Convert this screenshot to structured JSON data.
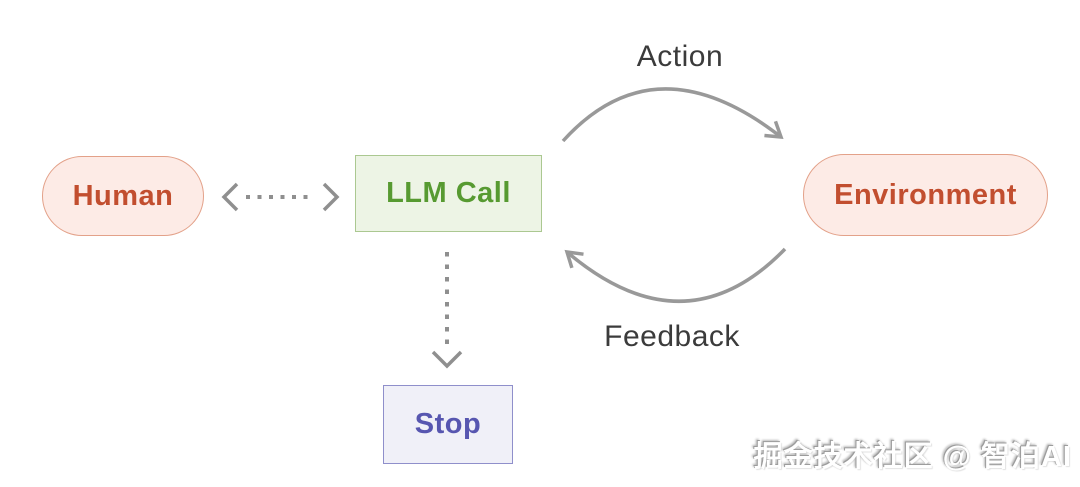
{
  "diagram": {
    "type": "agent-loop-flow",
    "background_color": "#ffffff",
    "nodes": {
      "human": {
        "label": "Human",
        "shape": "pill",
        "text_color": "#c24e2f",
        "bg_color": "#fdebe6",
        "border_color": "#e3a189"
      },
      "llm_call": {
        "label": "LLM Call",
        "shape": "rectangle",
        "text_color": "#579a31",
        "bg_color": "#edf4e5",
        "border_color": "#abc891"
      },
      "environment": {
        "label": "Environment",
        "shape": "pill",
        "text_color": "#c24e2f",
        "bg_color": "#fdebe6",
        "border_color": "#e3a189"
      },
      "stop": {
        "label": "Stop",
        "shape": "rectangle",
        "text_color": "#5756b0",
        "bg_color": "#f0f0f8",
        "border_color": "#8f8fcb"
      }
    },
    "edges": {
      "action": {
        "label": "Action",
        "from": "LLM Call",
        "to": "Environment",
        "style": "solid-curved-arrow"
      },
      "feedback": {
        "label": "Feedback",
        "from": "Environment",
        "to": "LLM Call",
        "style": "solid-curved-arrow"
      },
      "human_llm": {
        "label": "",
        "from": "Human",
        "to": "LLM Call",
        "style": "dashed-arrow",
        "bidirectional": true
      },
      "llm_stop": {
        "label": "",
        "from": "LLM Call",
        "to": "Stop",
        "style": "dashed-arrow",
        "bidirectional": false
      }
    },
    "colors": {
      "arrow_gray": "#999999",
      "dashed_arrow_gray": "#8f8f8f",
      "edge_label_color": "#3b3b3b"
    }
  },
  "watermark": {
    "text": "掘金技术社区 @ 智泊AI"
  }
}
